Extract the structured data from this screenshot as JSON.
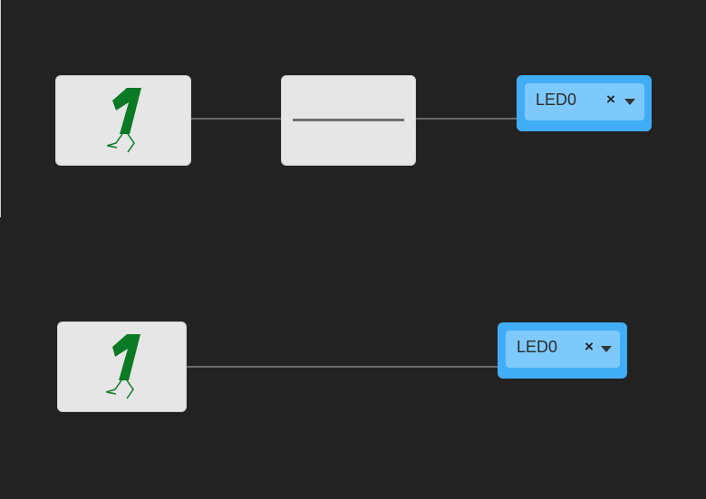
{
  "colors": {
    "background": "#222222",
    "wire": "#6a6a6a",
    "block_fill": "#e6e6e6",
    "block_border": "#cfcfcf",
    "output_outer": "#42adf7",
    "output_inner": "#7ec9fb",
    "icon_green": "#0b7a24"
  },
  "chains": [
    {
      "trigger": {
        "icon": "walking-one-icon"
      },
      "middle": {
        "icon": "horizontal-line"
      },
      "output": {
        "label": "LED0",
        "clear": "×",
        "caret": "chevron-down-icon"
      }
    },
    {
      "trigger": {
        "icon": "walking-one-icon"
      },
      "output": {
        "label": "LED0",
        "clear": "×",
        "caret": "chevron-down-icon"
      }
    }
  ]
}
